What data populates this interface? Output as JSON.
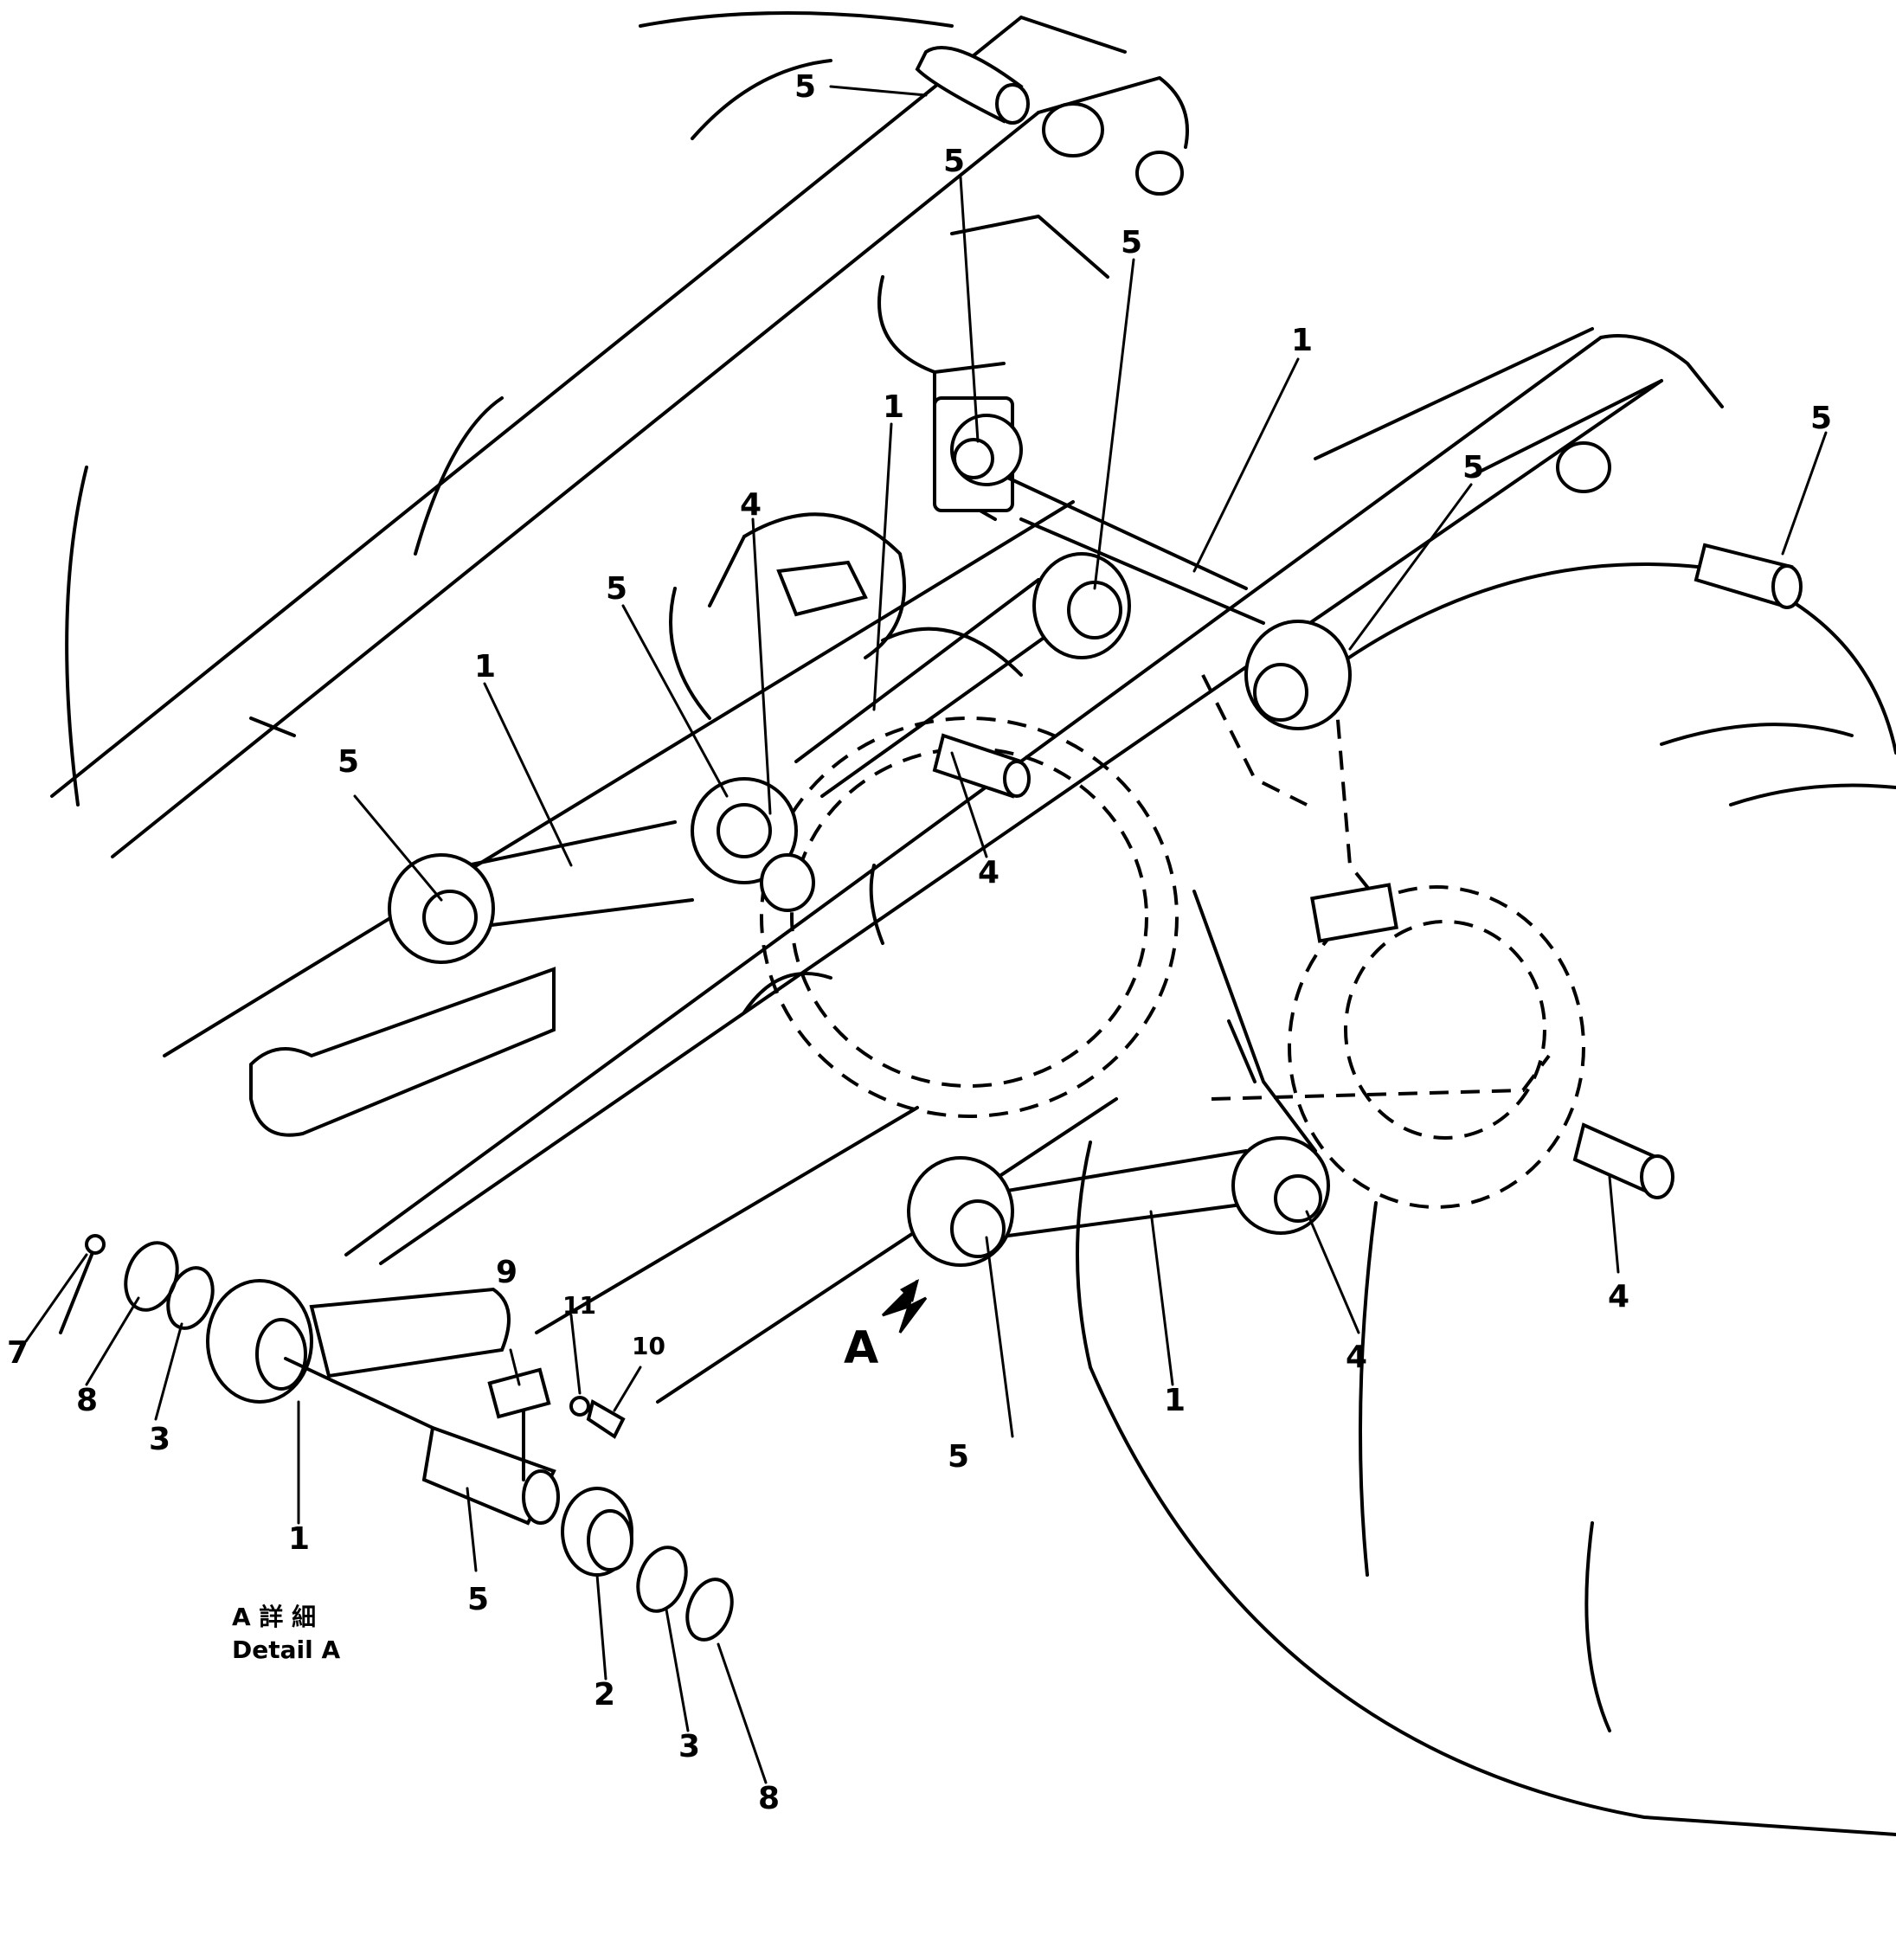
{
  "callouts": {
    "part_1": "1",
    "part_2": "2",
    "part_3": "3",
    "part_4": "4",
    "part_5": "5",
    "part_7": "7",
    "part_8": "8",
    "part_9": "9",
    "part_10": "10",
    "part_11": "11"
  },
  "view_marker": "A",
  "detail_caption": {
    "japanese": "A 詳 細",
    "english": "Detail A"
  }
}
